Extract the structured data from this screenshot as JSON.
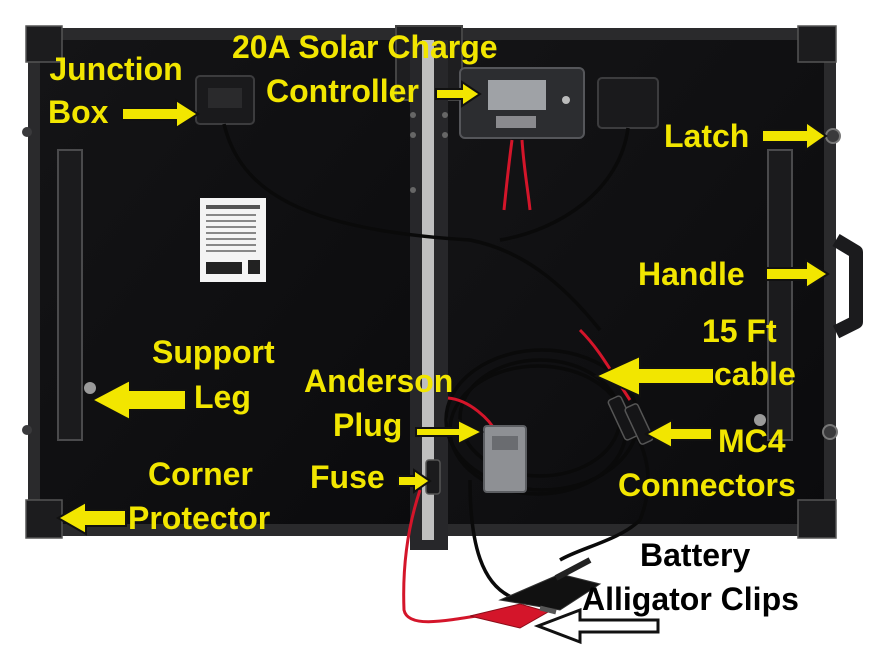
{
  "labels": {
    "junction_box_1": "Junction",
    "junction_box_2": "Box",
    "controller_1": "20A Solar Charge",
    "controller_2": "Controller",
    "latch": "Latch",
    "handle": "Handle",
    "cable_1": "15 Ft",
    "cable_2": "cable",
    "support_leg_1": "Support",
    "support_leg_2": "Leg",
    "anderson_plug_1": "Anderson",
    "anderson_plug_2": "Plug",
    "mc4_1": "MC4",
    "mc4_2": "Connectors",
    "fuse": "Fuse",
    "corner_protector_1": "Corner",
    "corner_protector_2": "Protector",
    "battery_clips_1": "Battery",
    "battery_clips_2": "Alligator Clips"
  },
  "colors": {
    "label_yellow": "#f2e600",
    "panel_black": "#101012",
    "frame_gray": "#2a2a2c",
    "cable_red": "#d4152a",
    "cable_black": "#0a0a0a",
    "plug_gray": "#8e9094",
    "arrow_outline": "#111111"
  }
}
